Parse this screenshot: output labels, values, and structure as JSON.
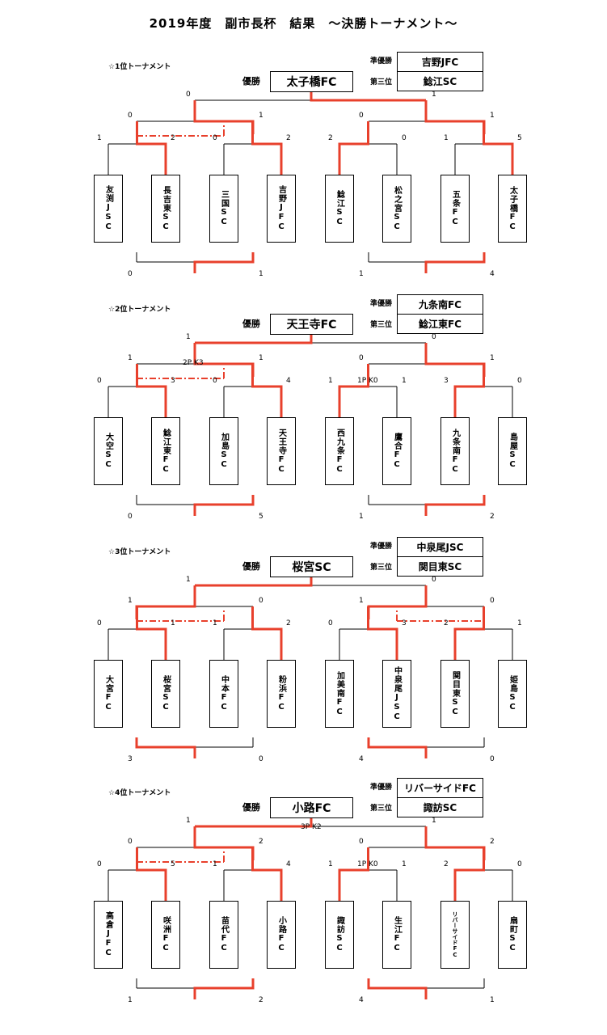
{
  "title": "2019年度　副市長杯　結果　～決勝トーナメント～",
  "labels": {
    "champion": "優勝",
    "runner_up": "準優勝",
    "third": "第三位"
  },
  "sections": [
    {
      "heading": "☆1位トーナメント",
      "champion": "太子橋FC",
      "runner_up": "吉野JFC",
      "third": "鯰江SC",
      "teams": [
        "友渕JSC",
        "長吉東SC",
        "三国SC",
        "吉野JFC",
        "鯰江SC",
        "松之宮SC",
        "五条FC",
        "太子橋FC"
      ],
      "r1_scores": [
        "1",
        "2",
        "0",
        "2",
        "2",
        "0",
        "1",
        "5"
      ],
      "sf_scores": [
        "0",
        "1",
        "0",
        "1"
      ],
      "final_scores": [
        "0",
        "1"
      ],
      "third_scores": [
        "0",
        "1",
        "1",
        "4"
      ],
      "pk": [
        "",
        "",
        ""
      ]
    },
    {
      "heading": "☆2位トーナメント",
      "champion": "天王寺FC",
      "runner_up": "九条南FC",
      "third": "鯰江東FC",
      "teams": [
        "大空SC",
        "鯰江東FC",
        "加島SC",
        "天王寺FC",
        "西九条FC",
        "鷹合FC",
        "九条南FC",
        "島屋SC"
      ],
      "r1_scores": [
        "0",
        "3",
        "0",
        "4",
        "1",
        "1",
        "3",
        "0"
      ],
      "sf_scores": [
        "1",
        "1",
        "0",
        "1"
      ],
      "final_scores": [
        "1",
        "0"
      ],
      "third_scores": [
        "0",
        "5",
        "1",
        "2"
      ],
      "pk": [
        "",
        "2P K3",
        "1P K0"
      ]
    },
    {
      "heading": "☆3位トーナメント",
      "champion": "桜宮SC",
      "runner_up": "中泉尾JSC",
      "third": "関目東SC",
      "teams": [
        "大宮FC",
        "桜宮SC",
        "中本FC",
        "粉浜FC",
        "加美南FC",
        "中泉尾JSC",
        "関目東SC",
        "姫島SC"
      ],
      "r1_scores": [
        "0",
        "1",
        "1",
        "2",
        "0",
        "3",
        "2",
        "1"
      ],
      "sf_scores": [
        "1",
        "0",
        "1",
        "0"
      ],
      "final_scores": [
        "1",
        "0"
      ],
      "third_scores": [
        "3",
        "0",
        "4",
        "0"
      ],
      "pk": [
        "",
        "",
        ""
      ]
    },
    {
      "heading": "☆4位トーナメント",
      "champion": "小路FC",
      "runner_up": "リバーサイドFC",
      "third": "諏訪SC",
      "teams": [
        "高倉JFC",
        "咲洲FC",
        "苗代FC",
        "小路FC",
        "諏訪SC",
        "生江FC",
        "リバーサイドFC",
        "扇町SC"
      ],
      "r1_scores": [
        "0",
        "5",
        "1",
        "4",
        "1",
        "1",
        "2",
        "0"
      ],
      "sf_scores": [
        "0",
        "2",
        "0",
        "2"
      ],
      "final_scores": [
        "1",
        "1"
      ],
      "third_scores": [
        "1",
        "2",
        "4",
        "1"
      ],
      "pk": [
        "3P K2",
        "",
        "1P K0"
      ]
    }
  ]
}
